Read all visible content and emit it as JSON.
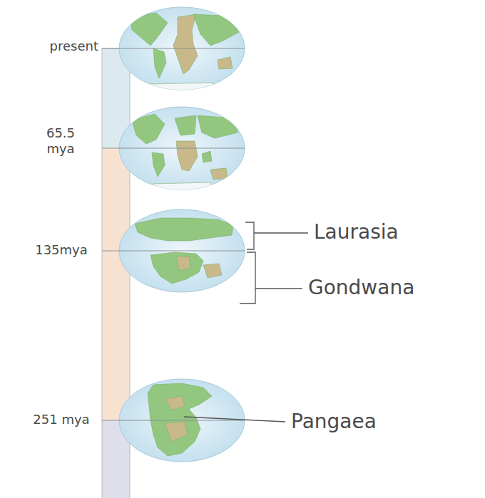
{
  "diagram": {
    "labels": [
      "present",
      "65.5 mya",
      "135mya",
      "251 mya",
      "Laurasia",
      "Gondwana",
      "Pangaea"
    ]
  }
}
